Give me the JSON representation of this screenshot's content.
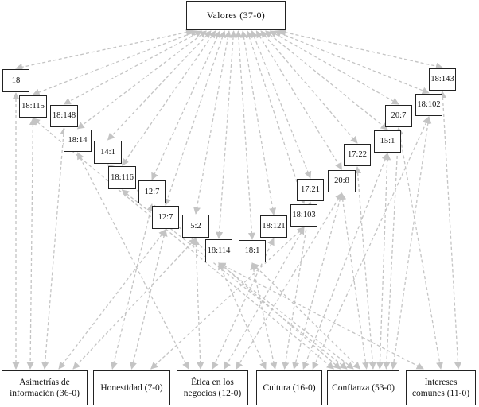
{
  "root": {
    "id": "valores",
    "label": "Valores (37-0)"
  },
  "codes": [
    {
      "id": "c18",
      "label": "18"
    },
    {
      "id": "c18_115",
      "label": "18:115"
    },
    {
      "id": "c18_148",
      "label": "18:148"
    },
    {
      "id": "c18_14",
      "label": "18:14"
    },
    {
      "id": "c14_1",
      "label": "14:1"
    },
    {
      "id": "c18_116",
      "label": "18:116"
    },
    {
      "id": "c12_7a",
      "label": "12:7"
    },
    {
      "id": "c12_7b",
      "label": "12:7"
    },
    {
      "id": "c5_2",
      "label": "5:2"
    },
    {
      "id": "c18_114",
      "label": "18:114"
    },
    {
      "id": "c18_1",
      "label": "18:1"
    },
    {
      "id": "c18_121",
      "label": "18:121"
    },
    {
      "id": "c18_103",
      "label": "18:103"
    },
    {
      "id": "c17_21",
      "label": "17:21"
    },
    {
      "id": "c20_8",
      "label": "20:8"
    },
    {
      "id": "c17_22",
      "label": "17:22"
    },
    {
      "id": "c15_1",
      "label": "15:1"
    },
    {
      "id": "c20_7",
      "label": "20:7"
    },
    {
      "id": "c18_102",
      "label": "18:102"
    },
    {
      "id": "c18_143",
      "label": "18:143"
    }
  ],
  "categories": [
    {
      "id": "asimetrias",
      "label": "Asimetrías de información (36-0)"
    },
    {
      "id": "honestidad",
      "label": "Honestidad (7-0)"
    },
    {
      "id": "etica",
      "label": "Ética en los negocios (12-0)"
    },
    {
      "id": "cultura",
      "label": "Cultura (16-0)"
    },
    {
      "id": "confianza",
      "label": "Confianza (53-0)"
    },
    {
      "id": "intereses",
      "label": "Intereses comunes (11-0)"
    }
  ],
  "edges": [
    [
      "c18",
      "asimetrias"
    ],
    [
      "c18_115",
      "asimetrias"
    ],
    [
      "c18_115",
      "confianza"
    ],
    [
      "c18_148",
      "asimetrias"
    ],
    [
      "c18_14",
      "etica"
    ],
    [
      "c14_1",
      "confianza"
    ],
    [
      "c18_116",
      "confianza"
    ],
    [
      "c12_7a",
      "honestidad"
    ],
    [
      "c12_7b",
      "honestidad"
    ],
    [
      "c12_7b",
      "asimetrias"
    ],
    [
      "c5_2",
      "asimetrias"
    ],
    [
      "c5_2",
      "etica"
    ],
    [
      "c18_114",
      "cultura"
    ],
    [
      "c18_114",
      "confianza"
    ],
    [
      "c18_114",
      "intereses"
    ],
    [
      "c18_1",
      "cultura"
    ],
    [
      "c18_1",
      "confianza"
    ],
    [
      "c18_121",
      "etica"
    ],
    [
      "c18_103",
      "honestidad"
    ],
    [
      "c18_103",
      "etica"
    ],
    [
      "c17_21",
      "cultura"
    ],
    [
      "c20_8",
      "cultura"
    ],
    [
      "c20_8",
      "confianza"
    ],
    [
      "c20_8",
      "etica"
    ],
    [
      "c17_22",
      "confianza"
    ],
    [
      "c15_1",
      "cultura"
    ],
    [
      "c15_1",
      "confianza"
    ],
    [
      "c20_7",
      "confianza"
    ],
    [
      "c20_7",
      "intereses"
    ],
    [
      "c18_102",
      "confianza"
    ],
    [
      "c18_102",
      "cultura"
    ],
    [
      "c18_143",
      "intereses"
    ]
  ],
  "colors": {
    "edge": "#c4c4c4",
    "border": "#222222"
  }
}
